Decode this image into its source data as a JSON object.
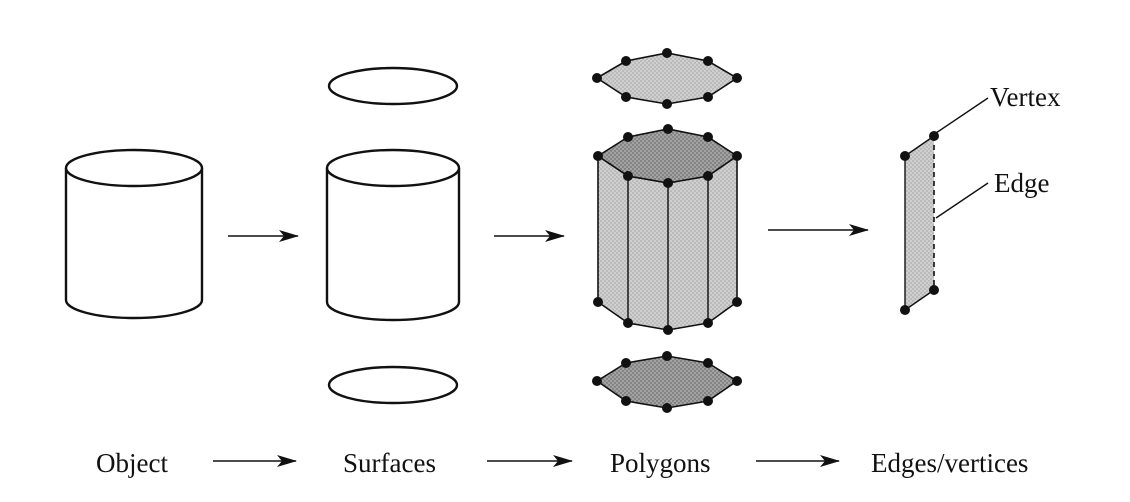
{
  "stages": [
    {
      "id": "object",
      "label": "Object"
    },
    {
      "id": "surfaces",
      "label": "Surfaces"
    },
    {
      "id": "polygons",
      "label": "Polygons"
    },
    {
      "id": "edges",
      "label": "Edges/vertices"
    }
  ],
  "annotations": {
    "vertex": "Vertex",
    "edge": "Edge"
  },
  "colors": {
    "ink": "#111111",
    "polygon_fill": "#c9c9c9",
    "polygon_dark_fill": "#9a9a9a",
    "background": "#ffffff"
  }
}
